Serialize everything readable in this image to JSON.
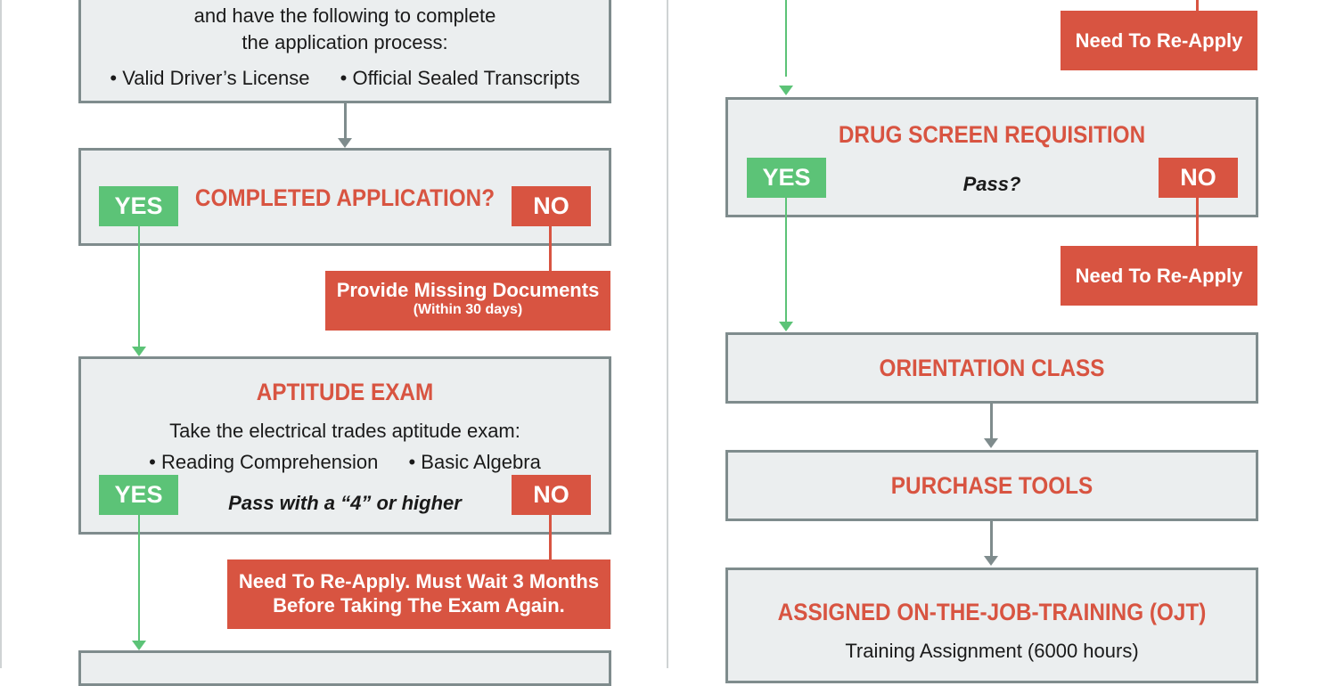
{
  "colors": {
    "accent_red": "#d85441",
    "yes_green": "#5cc377",
    "box_fill": "#ebeeef",
    "box_border": "#7f8c8d"
  },
  "left": {
    "requirements": {
      "line1": "and have the following to complete",
      "line2": "the application process:",
      "bullet1": "• Valid Driver’s License",
      "bullet2": "• Official Sealed Transcripts"
    },
    "completed_application": {
      "title": "COMPLETED APPLICATION?",
      "yes": "YES",
      "no": "NO",
      "no_result_main": "Provide Missing Documents",
      "no_result_sub": "(Within 30 days)"
    },
    "aptitude_exam": {
      "title": "APTITUDE EXAM",
      "desc": "Take the electrical trades aptitude exam:",
      "bullet1": "• Reading Comprehension",
      "bullet2": "• Basic Algebra",
      "criteria": "Pass with a “4” or higher",
      "yes": "YES",
      "no": "NO",
      "no_result_line1": "Need To Re-Apply. Must Wait 3 Months",
      "no_result_line2": "Before Taking The Exam  Again."
    }
  },
  "right": {
    "top_result": "Need To Re-Apply",
    "drug_screen": {
      "title": "DRUG SCREEN REQUISITION",
      "question": "Pass?",
      "yes": "YES",
      "no": "NO",
      "no_result": "Need To Re-Apply"
    },
    "orientation": {
      "title": "ORIENTATION CLASS"
    },
    "purchase_tools": {
      "title": "PURCHASE TOOLS"
    },
    "ojt": {
      "title": "ASSIGNED ON-THE-JOB-TRAINING (OJT)",
      "line1": "Training Assignment (6000 hours)"
    }
  }
}
